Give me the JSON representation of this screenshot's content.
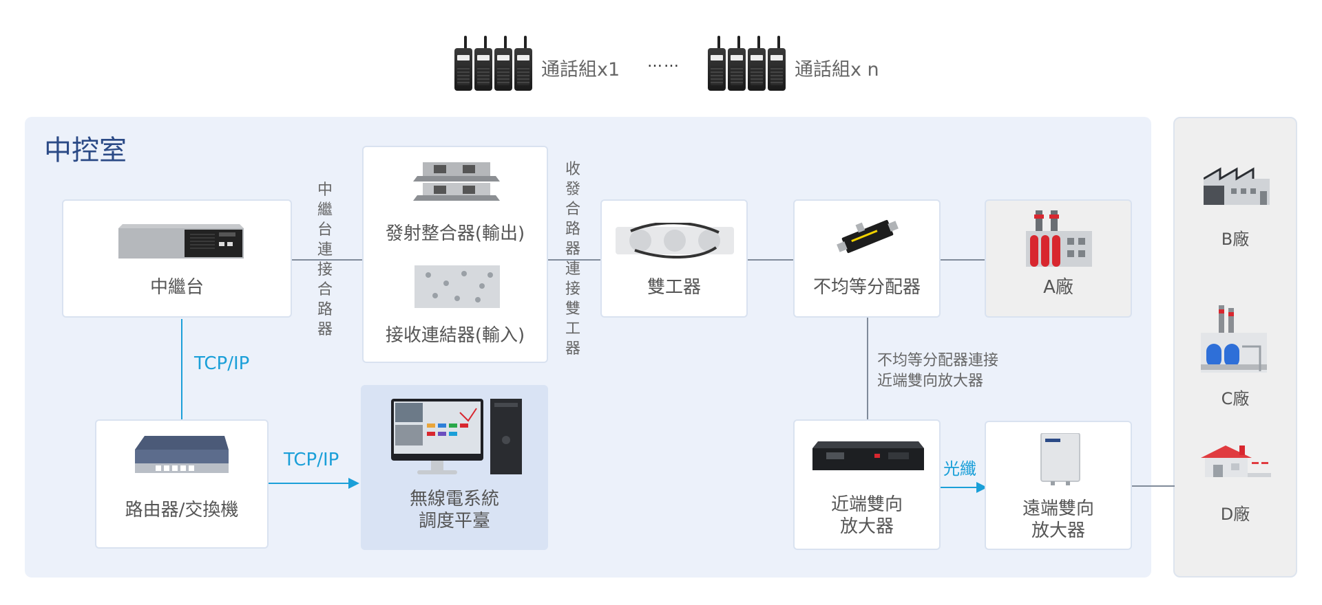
{
  "talk_groups": {
    "group1_label": "通話組x1",
    "ellipsis": "……",
    "groupn_label": "通話組x n"
  },
  "control_room": {
    "title": "中控室"
  },
  "nodes": {
    "repeater": "中繼台",
    "transmit_combiner": "發射整合器(輸出)",
    "receive_connector": "接收連結器(輸入)",
    "duplexer": "雙工器",
    "unequal_splitter": "不均等分配器",
    "factory_a": "A廠",
    "router": "路由器/交換機",
    "dispatch_line1": "無線電系統",
    "dispatch_line2": "調度平臺",
    "near_amp_line1": "近端雙向",
    "near_amp_line2": "放大器",
    "far_amp_line1": "遠端雙向",
    "far_amp_line2": "放大器"
  },
  "connections": {
    "repeater_to_combiner": [
      "中",
      "繼",
      "台",
      "連",
      "接",
      "合",
      "路",
      "器"
    ],
    "combiner_to_duplexer": [
      "收",
      "發",
      "合",
      "路",
      "器",
      "連",
      "接",
      "雙",
      "工",
      "器"
    ],
    "tcpip_1": "TCP/IP",
    "tcpip_2": "TCP/IP",
    "splitter_note_line1": "不均等分配器連接",
    "splitter_note_line2": "近端雙向放大器",
    "fiber": "光纖"
  },
  "factories": {
    "b": "B廠",
    "c": "C廠",
    "d": "D廠"
  },
  "colors": {
    "control_room_bg": "#ecf1fa",
    "title_blue": "#2b4a86",
    "link_blue": "#1a9fd8",
    "dispatch_bg": "#d9e3f4",
    "factory_red": "#d8272f"
  }
}
